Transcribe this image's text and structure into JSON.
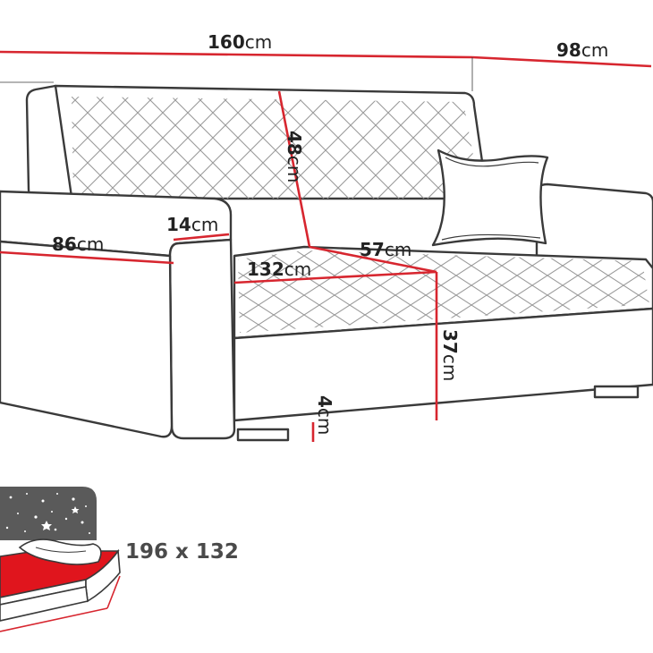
{
  "colors": {
    "outline": "#3a3a3a",
    "dimension_line": "#d7262f",
    "quilt": "#9a9a9a",
    "bed_red": "#e0151d",
    "night_box": "#5a5a5a",
    "background": "#ffffff"
  },
  "unit": "cm",
  "dimensions": {
    "total_width": {
      "value": "160",
      "unit": "cm"
    },
    "depth": {
      "value": "98",
      "unit": "cm"
    },
    "backrest_height": {
      "value": "48",
      "unit": "cm"
    },
    "armrest_width": {
      "value": "14",
      "unit": "cm"
    },
    "armrest_length": {
      "value": "86",
      "unit": "cm"
    },
    "seat_depth": {
      "value": "57",
      "unit": "cm"
    },
    "seat_width": {
      "value": "132",
      "unit": "cm"
    },
    "seat_height": {
      "value": "37",
      "unit": "cm"
    },
    "leg_height": {
      "value": "4",
      "unit": "cm"
    }
  },
  "sleeping_area": {
    "label": "196 x 132",
    "icon": "sofa-bed-night-icon"
  }
}
